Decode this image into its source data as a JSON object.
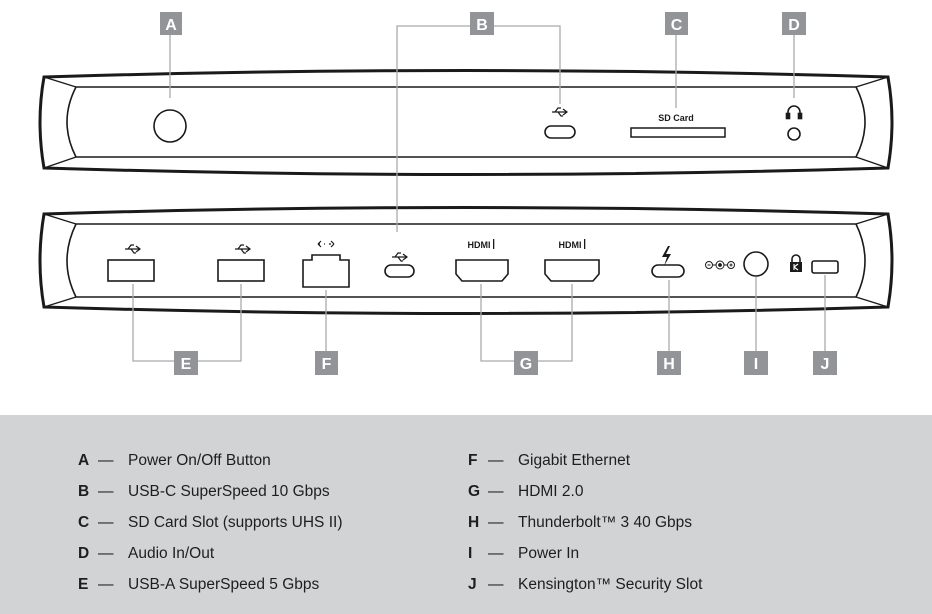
{
  "port_labels": {
    "a": "A",
    "b": "B",
    "c": "C",
    "d": "D",
    "e": "E",
    "f": "F",
    "g": "G",
    "h": "H",
    "i": "I",
    "j": "J"
  },
  "device_text": {
    "sd_card": "SD Card",
    "hdmi_1": "HDMI",
    "hdmi_2": "HDMI"
  },
  "icons": {
    "usb": "usb-icon",
    "ethernet": "ethernet-arrows-icon",
    "thunderbolt": "thunderbolt-icon",
    "headphones": "headphone-icon",
    "dc_polarity": "dc-polarity-icon",
    "lock": "kensington-lock-icon"
  },
  "colors": {
    "badge": "#929497",
    "legend_bg": "#d2d3d5",
    "device_outline": "#1a1a1a"
  },
  "legend": {
    "dash": "—",
    "left": [
      {
        "key": "A",
        "text": "Power On/Off Button"
      },
      {
        "key": "B",
        "text": "USB-C SuperSpeed 10 Gbps"
      },
      {
        "key": "C",
        "text": "SD Card Slot (supports UHS II)"
      },
      {
        "key": "D",
        "text": "Audio In/Out"
      },
      {
        "key": "E",
        "text": "USB-A SuperSpeed 5 Gbps"
      }
    ],
    "right": [
      {
        "key": "F",
        "text": "Gigabit Ethernet"
      },
      {
        "key": "G",
        "text": "HDMI 2.0"
      },
      {
        "key": "H",
        "text": "Thunderbolt™ 3 40 Gbps"
      },
      {
        "key": "I",
        "text": "Power In"
      },
      {
        "key": "J",
        "text": "Kensington™ Security Slot"
      }
    ]
  }
}
